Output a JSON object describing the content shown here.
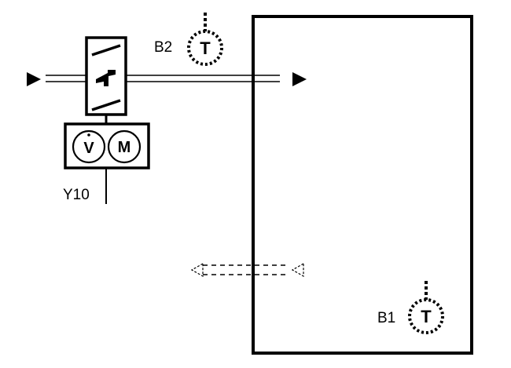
{
  "labels": {
    "sensor_b2": "B2",
    "sensor_b1": "B1",
    "actuator": "Y10"
  },
  "symbols": {
    "temperature": "T",
    "flow": "V",
    "motor": "M"
  },
  "icons": [
    "arrow-right-icon",
    "arrow-left-icon",
    "temperature-sensor-icon",
    "valve-icon",
    "motor-icon",
    "flow-icon"
  ]
}
